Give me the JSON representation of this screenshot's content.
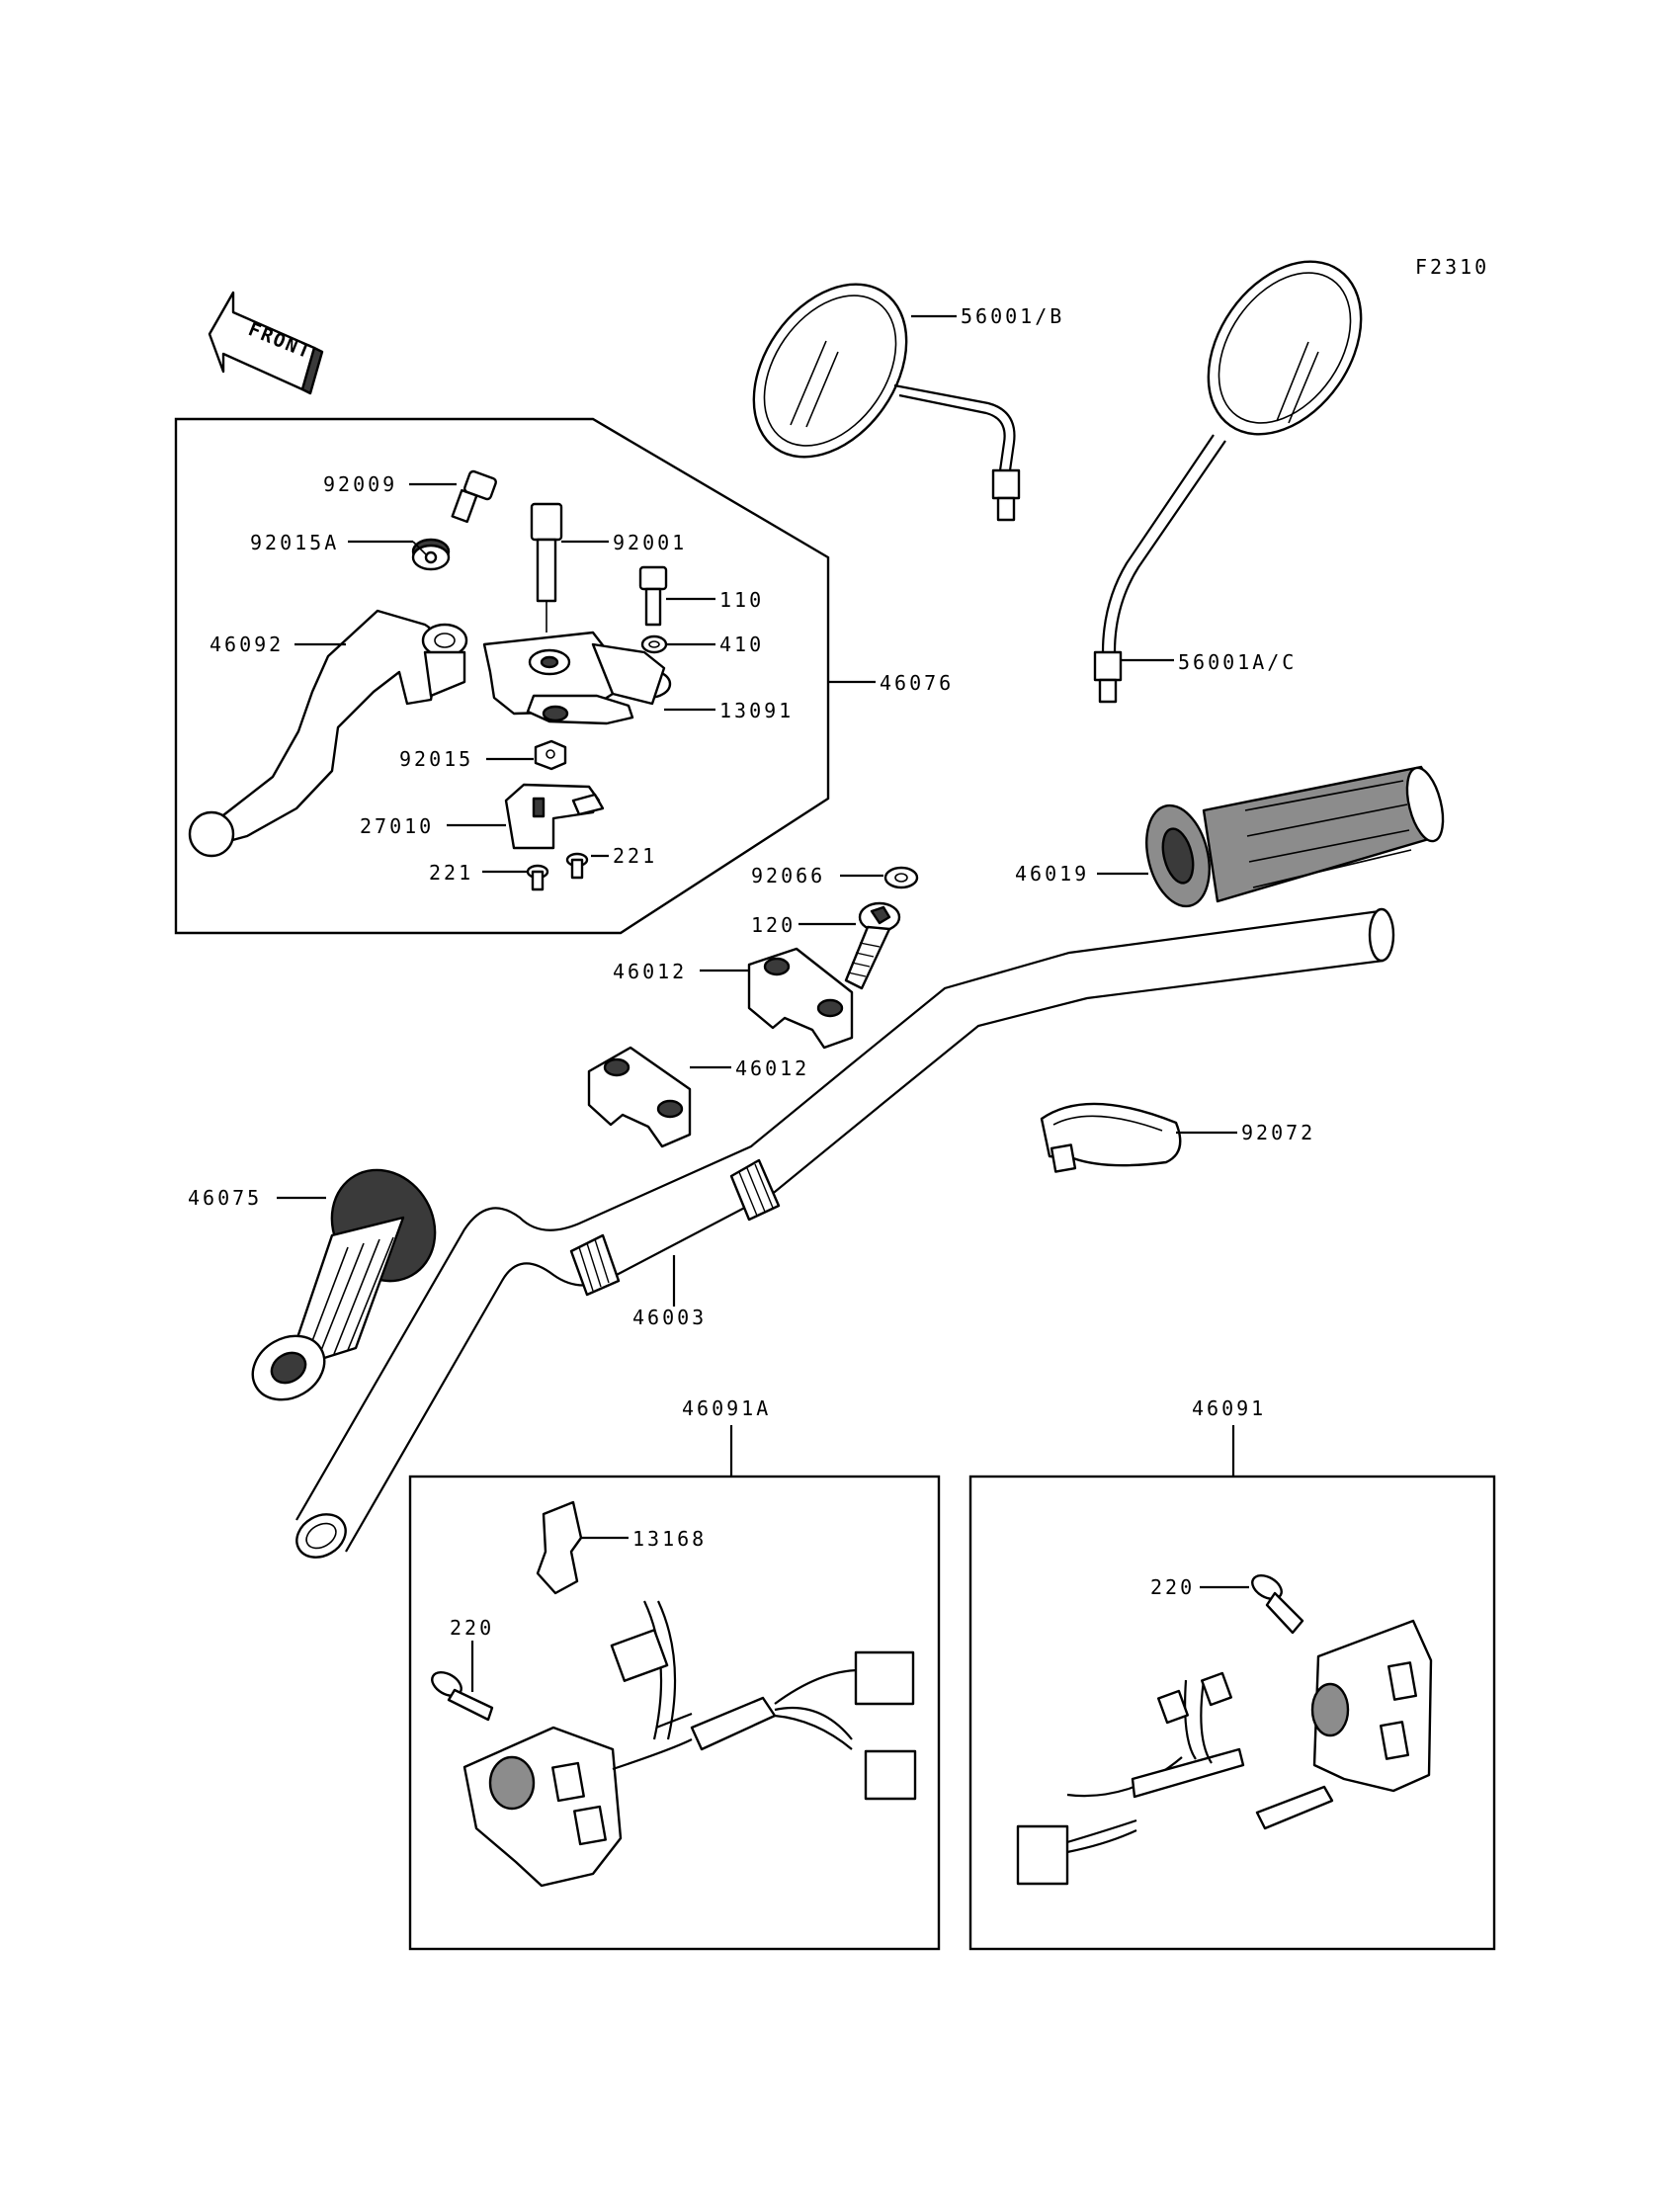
{
  "figure_code": "F2310",
  "front_label": "FRONT",
  "parts": {
    "p56001b": "56001/B",
    "p56001ac": "56001A/C",
    "p92009": "92009",
    "p92015a": "92015A",
    "p92001": "92001",
    "p110": "110",
    "p410": "410",
    "p46092": "46092",
    "p13091": "13091",
    "p46076": "46076",
    "p92015": "92015",
    "p27010": "27010",
    "p221a": "221",
    "p221b": "221",
    "p92066": "92066",
    "p120": "120",
    "p46019": "46019",
    "p46012a": "46012",
    "p46012b": "46012",
    "p92072": "92072",
    "p46075": "46075",
    "p46003": "46003",
    "p46091a": "46091A",
    "p46091": "46091",
    "p13168": "13168",
    "p220a": "220",
    "p220b": "220"
  }
}
